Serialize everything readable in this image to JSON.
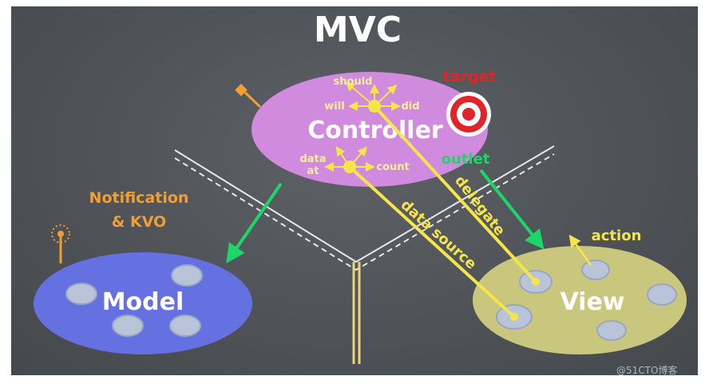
{
  "title": "MVC",
  "controller": {
    "label": "Controller",
    "should": "should",
    "will": "will",
    "did": "did",
    "data": "data",
    "at": "at",
    "count": "count"
  },
  "model": {
    "label": "Model"
  },
  "view": {
    "label": "View"
  },
  "target": "target",
  "outlet": "outlet",
  "delegate": "delegate",
  "data_source": "data source",
  "notification_line1": "Notification",
  "notification_line2": "& KVO",
  "action": "action",
  "watermark": "@51CTO博客",
  "colors": {
    "controller": "#d08ade",
    "model": "#6571e0",
    "view": "#c9c77e",
    "green_arrow": "#1dd66a",
    "yellow": "#f4e64a",
    "orange": "#f0a030",
    "target_red": "#e0242a"
  }
}
